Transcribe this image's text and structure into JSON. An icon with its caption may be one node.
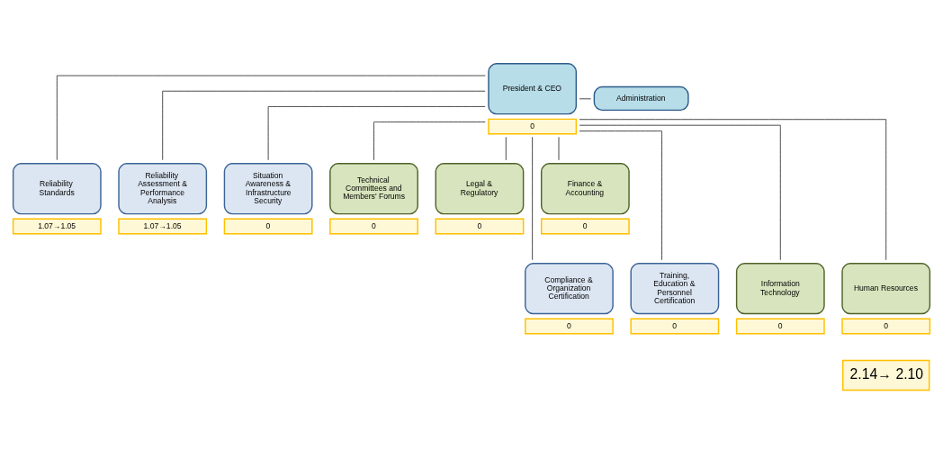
{
  "diagram": {
    "nodes": [
      {
        "text": [
          "President & CEO"
        ],
        "beside": [
          "0"
        ]
      },
      {
        "text": [
          "Administration"
        ]
      },
      {
        "text": [
          "Reliability Standards"
        ],
        "beside": [
          "1.07→1.05"
        ]
      },
      {
        "text": [
          "Reliability Assessment & Performance Analysis"
        ],
        "beside": [
          "1.07→1.05"
        ]
      },
      {
        "text": [
          "Situation Awareness & Infrastructure Security"
        ],
        "beside": [
          "0"
        ]
      },
      {
        "text": [
          "Technical Committees and Members' Forums"
        ],
        "beside": [
          "0"
        ]
      },
      {
        "text": [
          "Legal & Regulatory"
        ],
        "beside": [
          "0"
        ]
      },
      {
        "text": [
          "Finance & Accounting"
        ],
        "beside": [
          "0"
        ]
      },
      {
        "text": [
          "Compliance & Organization Certification"
        ],
        "beside": [
          "0"
        ]
      },
      {
        "text": [
          "Training, Education & Personnel Certification"
        ],
        "beside": [
          "0"
        ]
      },
      {
        "text": [
          "Information Technology"
        ],
        "beside": [
          "0"
        ]
      },
      {
        "text": [
          "Human Resources"
        ],
        "beside": [
          "0"
        ]
      }
    ],
    "edges": [
      {
        "from": 0,
        "to": 1,
        "arrow": "none"
      },
      {
        "from": 0,
        "to": 2,
        "arrow": "none"
      },
      {
        "from": 0,
        "to": 3,
        "arrow": "none"
      },
      {
        "from": 0,
        "to": 4,
        "arrow": "none"
      },
      {
        "from": 0,
        "to": 5,
        "arrow": "none"
      },
      {
        "from": 0,
        "to": 6,
        "arrow": "none"
      },
      {
        "from": 0,
        "to": 7,
        "arrow": "none"
      },
      {
        "from": 0,
        "to": 8,
        "arrow": "none"
      },
      {
        "from": 0,
        "to": 9,
        "arrow": "none"
      },
      {
        "from": 0,
        "to": 10,
        "arrow": "none"
      },
      {
        "from": 0,
        "to": 11,
        "arrow": "none"
      }
    ],
    "labels": [
      "2.14→ 2.10"
    ]
  }
}
